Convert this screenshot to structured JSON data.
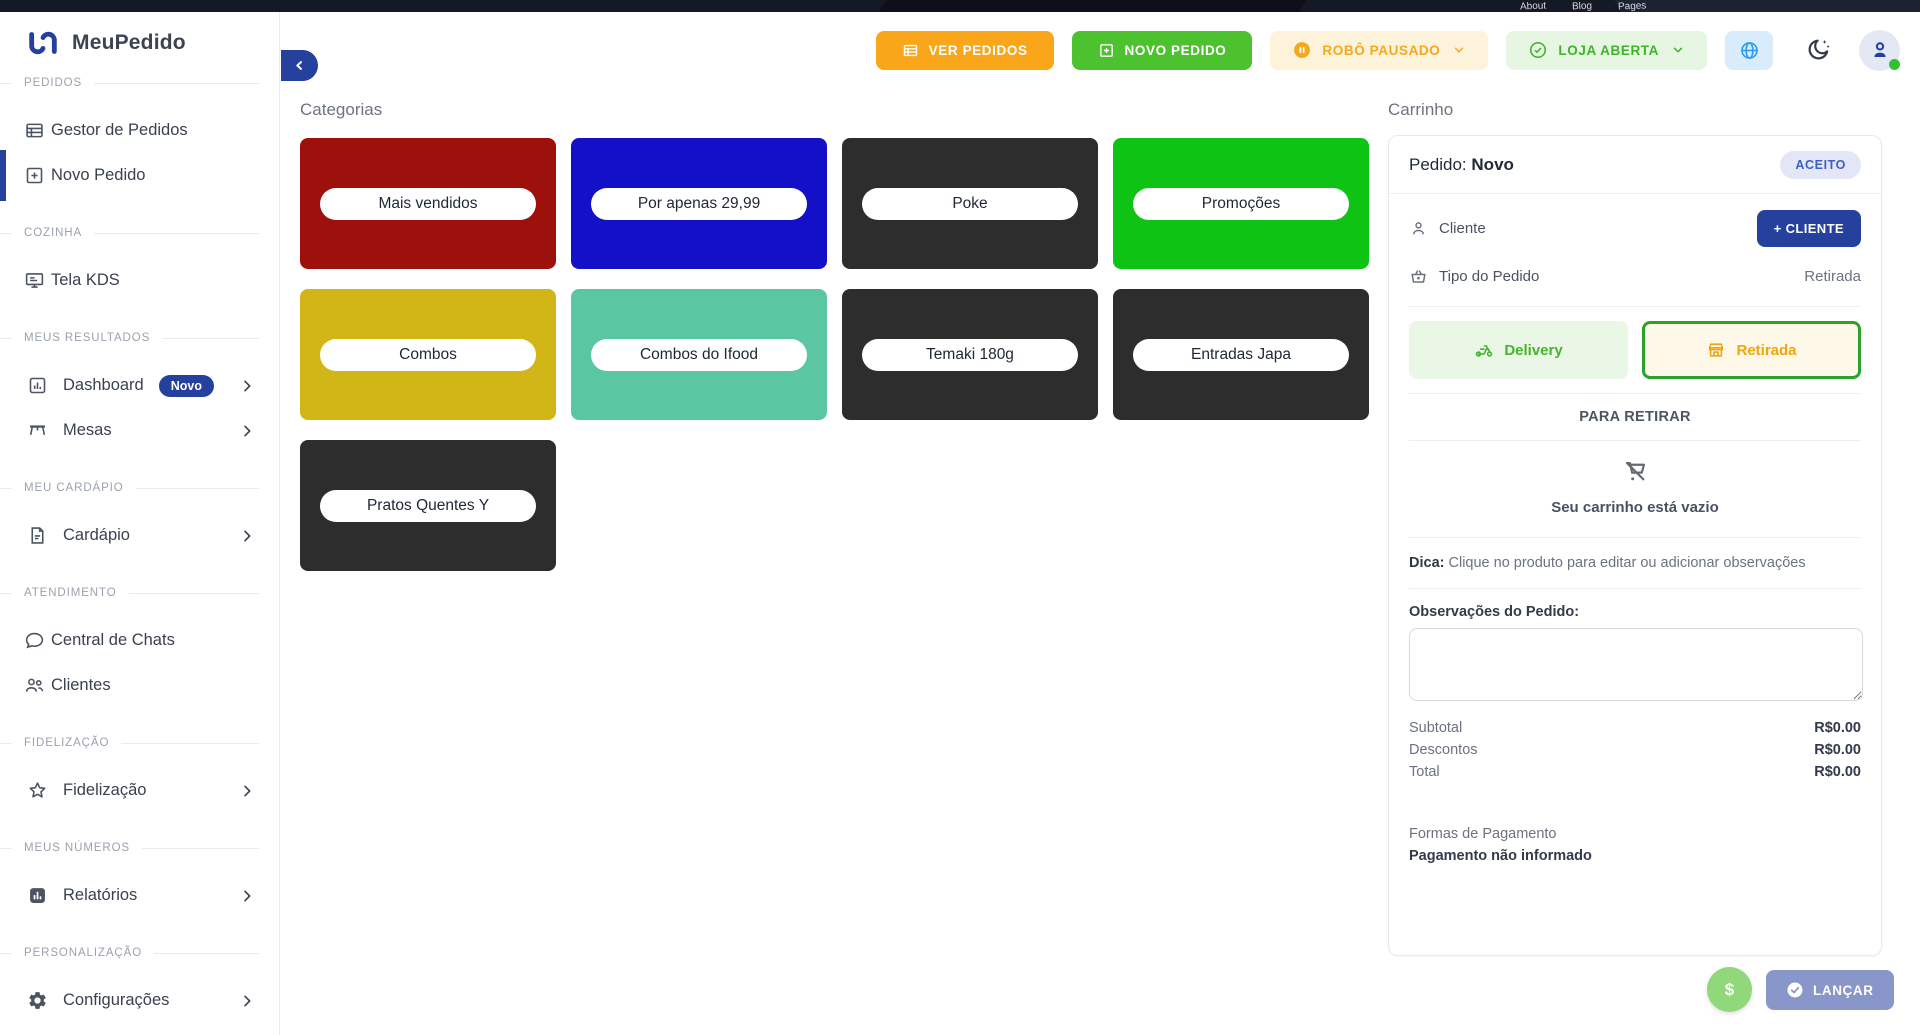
{
  "colors": {
    "brand_blue": "#26409d",
    "orange": "#f9a61b",
    "green": "#4cc22e",
    "robot_paused_text": "#f6a81d",
    "store_open_text": "#3eb32a",
    "online_dot": "#2fc42f",
    "launch_disabled": "#8996c9",
    "money_green": "#90d87a"
  },
  "topstrip": {
    "links": [
      "About",
      "Blog",
      "Pages"
    ]
  },
  "sidebar": {
    "app_name": "MeuPedido",
    "sections": [
      {
        "label": "PEDIDOS",
        "items": [
          {
            "label": "Gestor de Pedidos"
          },
          {
            "label": "Novo Pedido"
          }
        ]
      },
      {
        "label": "COZINHA",
        "items": [
          {
            "label": "Tela KDS"
          }
        ]
      },
      {
        "label": "MEUS RESULTADOS",
        "items": [
          {
            "label": "Dashboard",
            "badge": "Novo"
          },
          {
            "label": "Mesas"
          }
        ]
      },
      {
        "label": "MEU CARDÁPIO",
        "items": [
          {
            "label": "Cardápio"
          }
        ]
      },
      {
        "label": "ATENDIMENTO",
        "items": [
          {
            "label": "Central de Chats"
          },
          {
            "label": "Clientes"
          }
        ]
      },
      {
        "label": "FIDELIZAÇÃO",
        "items": [
          {
            "label": "Fidelização"
          }
        ]
      },
      {
        "label": "MEUS NÚMEROS",
        "items": [
          {
            "label": "Relatórios"
          }
        ]
      },
      {
        "label": "PERSONALIZAÇÃO",
        "items": [
          {
            "label": "Configurações"
          }
        ]
      }
    ]
  },
  "header": {
    "ver_pedidos": "VER PEDIDOS",
    "novo_pedido": "NOVO PEDIDO",
    "robo_status": "ROBÔ PAUSADO",
    "loja_status": "LOJA ABERTA"
  },
  "categories": {
    "title": "Categorias",
    "tiles": [
      {
        "label": "Mais vendidos",
        "color": "#9e100c"
      },
      {
        "label": "Por apenas 29,99",
        "color": "#1410c8"
      },
      {
        "label": "Poke",
        "color": "#2d2d2d"
      },
      {
        "label": "Promoções",
        "color": "#0fc314"
      },
      {
        "label": "Combos",
        "color": "#d2b517"
      },
      {
        "label": "Combos do Ifood",
        "color": "#5bc6a2"
      },
      {
        "label": "Temaki 180g",
        "color": "#2d2d2d"
      },
      {
        "label": "Entradas Japa",
        "color": "#2d2d2d"
      },
      {
        "label": "Pratos Quentes Y",
        "color": "#2d2d2d"
      }
    ]
  },
  "cart": {
    "title": "Carrinho",
    "order_label": "Pedido:",
    "order_value": "Novo",
    "status": "ACEITO",
    "client_label": "Cliente",
    "add_client": "+ CLIENTE",
    "order_type_label": "Tipo do Pedido",
    "order_type_value": "Retirada",
    "delivery_btn": "Delivery",
    "retirada_btn": "Retirada",
    "section_title": "PARA RETIRAR",
    "empty_text": "Seu carrinho está vazio",
    "tip_label": "Dica:",
    "tip_text": " Clique no produto para editar ou adicionar observações",
    "obs_label": "Observações do Pedido:",
    "totals": [
      {
        "label": "Subtotal",
        "value": "R$0.00"
      },
      {
        "label": "Descontos",
        "value": "R$0.00"
      },
      {
        "label": "Total",
        "value": "R$0.00"
      }
    ],
    "payment_label": "Formas de Pagamento",
    "payment_value": "Pagamento não informado",
    "money_symbol": "$",
    "launch_btn": "LANÇAR"
  }
}
